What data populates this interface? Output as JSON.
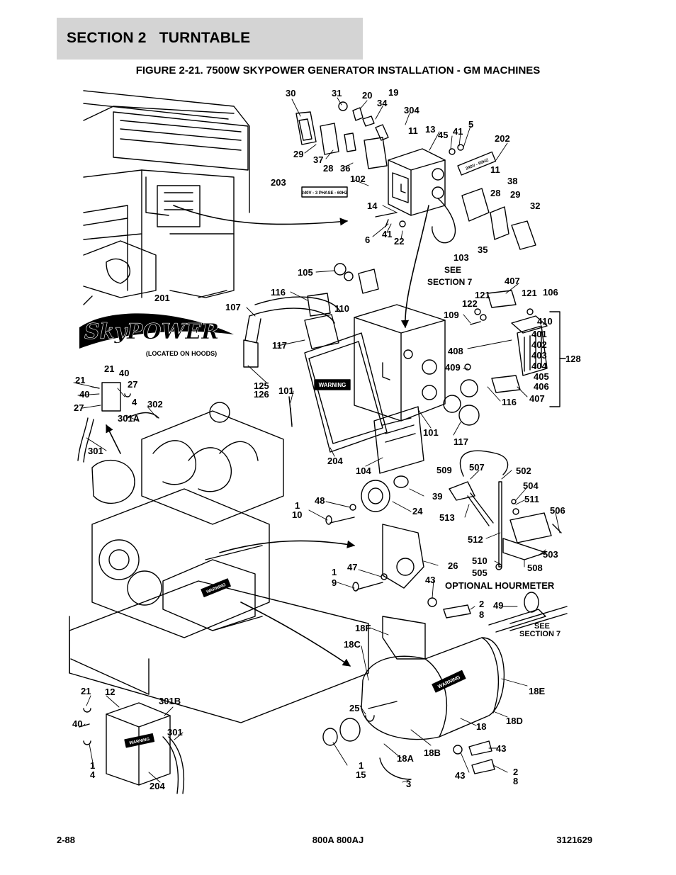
{
  "header": {
    "section_title": "SECTION 2   TURNTABLE",
    "figure_title": "FIGURE 2-21. 7500W SKYPOWER GENERATOR INSTALLATION - GM MACHINES"
  },
  "diagram": {
    "callouts": {
      "c30": "30",
      "c31": "31",
      "c20": "20",
      "c19": "19",
      "c34": "34",
      "c304": "304",
      "c11a": "11",
      "c13": "13",
      "c45": "45",
      "c41a": "41",
      "c5": "5",
      "c202": "202",
      "c29a": "29",
      "c37": "37",
      "c28a": "28",
      "c36": "36",
      "c102": "102",
      "c203": "203",
      "c11b": "11",
      "c38": "38",
      "c28b": "28",
      "c29b": "29",
      "c32": "32",
      "c14": "14",
      "c6": "6",
      "c41b": "41",
      "c22": "22",
      "c103": "103",
      "c35": "35",
      "see1a": "SEE",
      "see1b": "SECTION 7",
      "c105": "105",
      "c116a": "116",
      "c110": "110",
      "c107": "107",
      "c117a": "117",
      "c125": "125",
      "c126": "126",
      "c101a": "101",
      "c101b": "101",
      "c201": "201",
      "c204a": "204",
      "c104": "104",
      "c116b": "116",
      "c117b": "117",
      "c407a": "407",
      "c121a": "121",
      "c121b": "121",
      "c106": "106",
      "c122": "122",
      "c109": "109",
      "c410": "410",
      "c401": "401",
      "c402": "402",
      "c403": "403",
      "c408": "408",
      "c404": "404",
      "c128": "128",
      "c409": "409",
      "c405": "405",
      "c406": "406",
      "c407b": "407",
      "c21a": "21",
      "c40a": "40",
      "c21b": "21",
      "c40b": "40",
      "c27a": "27",
      "c27b": "27",
      "c4a": "4",
      "c302": "302",
      "c301a": "301A",
      "c301b": "301",
      "c509": "509",
      "c507": "507",
      "c502": "502",
      "c504": "504",
      "c511": "511",
      "c506": "506",
      "c513": "513",
      "c512": "512",
      "c510": "510",
      "c505": "505",
      "c503": "503",
      "c508": "508",
      "c48": "48",
      "c39": "39",
      "c1a": "1",
      "c10": "10",
      "c24": "24",
      "c47": "47",
      "c1b": "1",
      "c9": "9",
      "c26": "26",
      "c43a": "43",
      "c2a": "2",
      "c8a": "8",
      "c49": "49",
      "see2a": "SEE",
      "see2b": "SECTION 7",
      "c18f": "18F",
      "c18c": "18C",
      "c18e": "18E",
      "c18d": "18D",
      "c18": "18",
      "c25": "25",
      "c18a": "18A",
      "c18b": "18B",
      "c43b": "43",
      "c43c": "43",
      "c2b": "2",
      "c8b": "8",
      "c1c": "1",
      "c15": "15",
      "c3": "3",
      "c21c": "21",
      "c12": "12",
      "c301bb": "301B",
      "c40c": "40",
      "c301c": "301",
      "c1d": "1",
      "c4b": "4",
      "c204b": "204"
    },
    "optional_hourmeter": "OPTIONAL HOURMETER",
    "decal_203": "240V - 3 PHASE - 60HZ",
    "decal_202": "240V - 60HZ",
    "warning_text": "WARNING",
    "skypower_logo": "SkyPOWER",
    "logo_note": "(LOCATED ON HOODS)"
  },
  "footer": {
    "page": "2-88",
    "model": "800A 800AJ",
    "doc_number": "3121629"
  }
}
